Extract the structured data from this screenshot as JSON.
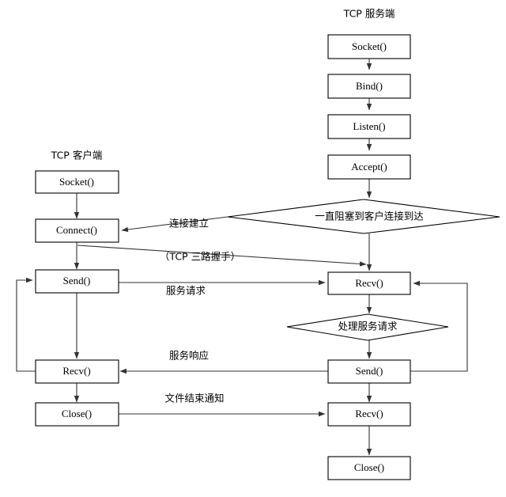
{
  "diagram": {
    "title_client": "TCP 客户端",
    "title_server": "TCP 服务端",
    "type": "flowchart",
    "background": "#ffffff",
    "line_color": "#333333",
    "box_stroke": "#000000",
    "client_nodes": [
      {
        "id": "c-socket",
        "label": "Socket()",
        "shape": "rect"
      },
      {
        "id": "c-connect",
        "label": "Connect()",
        "shape": "rect"
      },
      {
        "id": "c-send",
        "label": "Send()",
        "shape": "rect"
      },
      {
        "id": "c-recv",
        "label": "Recv()",
        "shape": "rect"
      },
      {
        "id": "c-close",
        "label": "Close()",
        "shape": "rect"
      }
    ],
    "server_nodes": [
      {
        "id": "s-socket",
        "label": "Socket()",
        "shape": "rect"
      },
      {
        "id": "s-bind",
        "label": "Bind()",
        "shape": "rect"
      },
      {
        "id": "s-listen",
        "label": "Listen()",
        "shape": "rect"
      },
      {
        "id": "s-accept",
        "label": "Accept()",
        "shape": "rect"
      },
      {
        "id": "s-block",
        "label": "一直阻塞到客户连接到达",
        "shape": "diamond"
      },
      {
        "id": "s-recv1",
        "label": "Recv()",
        "shape": "rect"
      },
      {
        "id": "s-process",
        "label": "处理服务请求",
        "shape": "diamond"
      },
      {
        "id": "s-send",
        "label": "Send()",
        "shape": "rect"
      },
      {
        "id": "s-recv2",
        "label": "Recv()",
        "shape": "rect"
      },
      {
        "id": "s-close",
        "label": "Close()",
        "shape": "rect"
      }
    ],
    "edge_labels": [
      {
        "id": "e-conn-est",
        "label": "连接建立"
      },
      {
        "id": "e-handshake",
        "label": "（TCP 三路握手）"
      },
      {
        "id": "e-request",
        "label": "服务请求"
      },
      {
        "id": "e-response",
        "label": "服务响应"
      },
      {
        "id": "e-eof",
        "label": "文件结束通知"
      }
    ]
  }
}
